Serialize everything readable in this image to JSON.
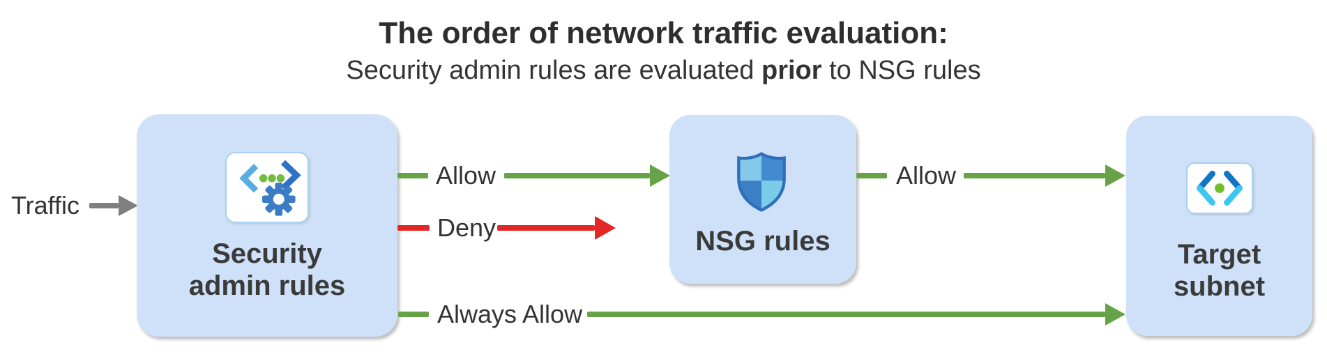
{
  "title": "The order of network traffic evaluation:",
  "subtitle": {
    "pre": "Security admin rules are evaluated ",
    "emphasis": "prior",
    "post": " to NSG rules"
  },
  "nodes": {
    "security_admin": {
      "line1": "Security",
      "line2": "admin rules",
      "icon": "code-gear-icon"
    },
    "nsg": {
      "label": "NSG rules",
      "icon": "nsg-shield-icon"
    },
    "target_subnet": {
      "line1": "Target",
      "line2": "subnet",
      "icon": "subnet-brackets-icon"
    }
  },
  "arrows": {
    "traffic_in": {
      "label": "Traffic",
      "color": "#7f7f7f"
    },
    "allow_to_nsg": {
      "label": "Allow",
      "color": "#67a346"
    },
    "deny": {
      "label": "Deny",
      "color": "#e32726"
    },
    "allow_to_target": {
      "label": "Allow",
      "color": "#67a346"
    },
    "always_allow": {
      "label": "Always Allow",
      "color": "#67a346"
    }
  },
  "colors": {
    "node_fill": "#cfe1f8",
    "allow_green": "#67a346",
    "deny_red": "#e32726",
    "traffic_gray": "#7f7f7f",
    "text_dark": "#333333",
    "icon_tile_border": "#a9d0ee"
  }
}
